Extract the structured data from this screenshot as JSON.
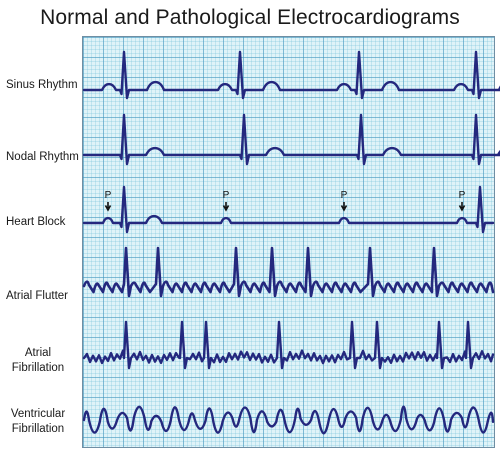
{
  "title": "Normal and Pathological Electrocardiograms",
  "rows": [
    {
      "label": "Sinus Rhythm",
      "label_lines": [
        "Sinus Rhythm"
      ]
    },
    {
      "label": "Nodal Rhythm",
      "label_lines": [
        "Nodal Rhythm"
      ]
    },
    {
      "label": "Heart Block",
      "label_lines": [
        "Heart Block"
      ]
    },
    {
      "label": "Atrial Flutter",
      "label_lines": [
        "Atrial Flutter"
      ]
    },
    {
      "label": "Atrial Fibrillation",
      "label_lines": [
        "Atrial",
        "Fibrillation"
      ]
    },
    {
      "label": "Ventricular Fibrillation",
      "label_lines": [
        "Ventricular",
        "Fibrillation"
      ]
    }
  ],
  "p_wave_marker": "P",
  "colors": {
    "trace": "#24287e",
    "grid_background": "#dff3f8",
    "grid_lines": "#4696be"
  }
}
